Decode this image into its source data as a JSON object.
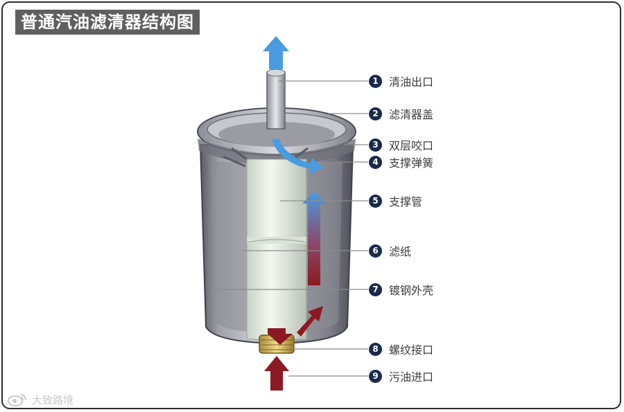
{
  "title": "普通汽油滤清器结构图",
  "labels": [
    {
      "num": "1",
      "text": "清油出口"
    },
    {
      "num": "2",
      "text": "滤清器盖"
    },
    {
      "num": "3",
      "text": "双层咬口"
    },
    {
      "num": "4",
      "text": "支撑弹簧"
    },
    {
      "num": "5",
      "text": "支撑管"
    },
    {
      "num": "6",
      "text": "滤纸"
    },
    {
      "num": "7",
      "text": "镀钢外壳"
    },
    {
      "num": "8",
      "text": "螺纹接口"
    },
    {
      "num": "9",
      "text": "污油进口"
    }
  ],
  "watermark": {
    "text": "大致路境",
    "icon": "weibo-logo-icon"
  },
  "colors": {
    "clean_flow": "#4a9be0",
    "dirty_flow": "#8b1a22",
    "badge": "#1b2a4c",
    "title_bg": "#5f5f5f"
  }
}
